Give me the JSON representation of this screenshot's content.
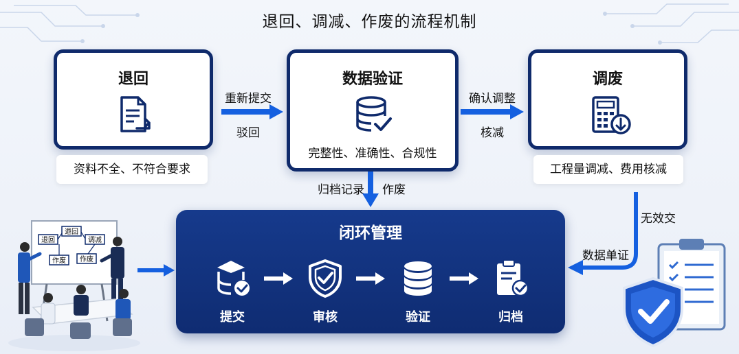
{
  "title": "退回、调减、作废的流程机制",
  "cards": {
    "return": {
      "title": "退回",
      "note": "资料不全、不符合要求"
    },
    "verify": {
      "title": "数据验证",
      "subtitle": "完整性、准确性、合规性"
    },
    "adjust": {
      "title": "调废",
      "note": "工程量调减、费用核减"
    }
  },
  "arrows": {
    "return_to_verify_top": "重新提交",
    "return_to_verify_bottom": "驳回",
    "verify_to_adjust_top": "确认调整",
    "verify_to_adjust_bottom": "核减",
    "verify_down_left": "归档记录",
    "verify_down_right": "作废",
    "adjust_down_side": "无效交",
    "adjust_to_mgmt": "数据单证"
  },
  "management": {
    "title": "闭环管理",
    "steps": [
      "提交",
      "审核",
      "验证",
      "归档"
    ]
  },
  "meeting_board": {
    "labels": [
      "退回",
      "退回",
      "调减",
      "作废",
      "作废"
    ]
  },
  "colors": {
    "navy": "#0f2a6b",
    "arrow_blue": "#1560e0",
    "panel": "#12337f"
  }
}
